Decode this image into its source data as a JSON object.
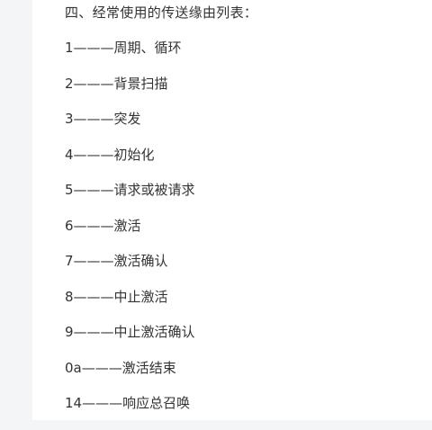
{
  "document": {
    "heading": "四、经常使用的传送缘由列表：",
    "causes": [
      "1———周期、循环",
      "2———背景扫描",
      "3———突发",
      "4———初始化",
      "5———请求或被请求",
      "6———激活",
      "7———激活确认",
      "8———中止激活",
      "9———中止激活确认",
      "0a———激活结束",
      "14———响应总召唤"
    ]
  }
}
